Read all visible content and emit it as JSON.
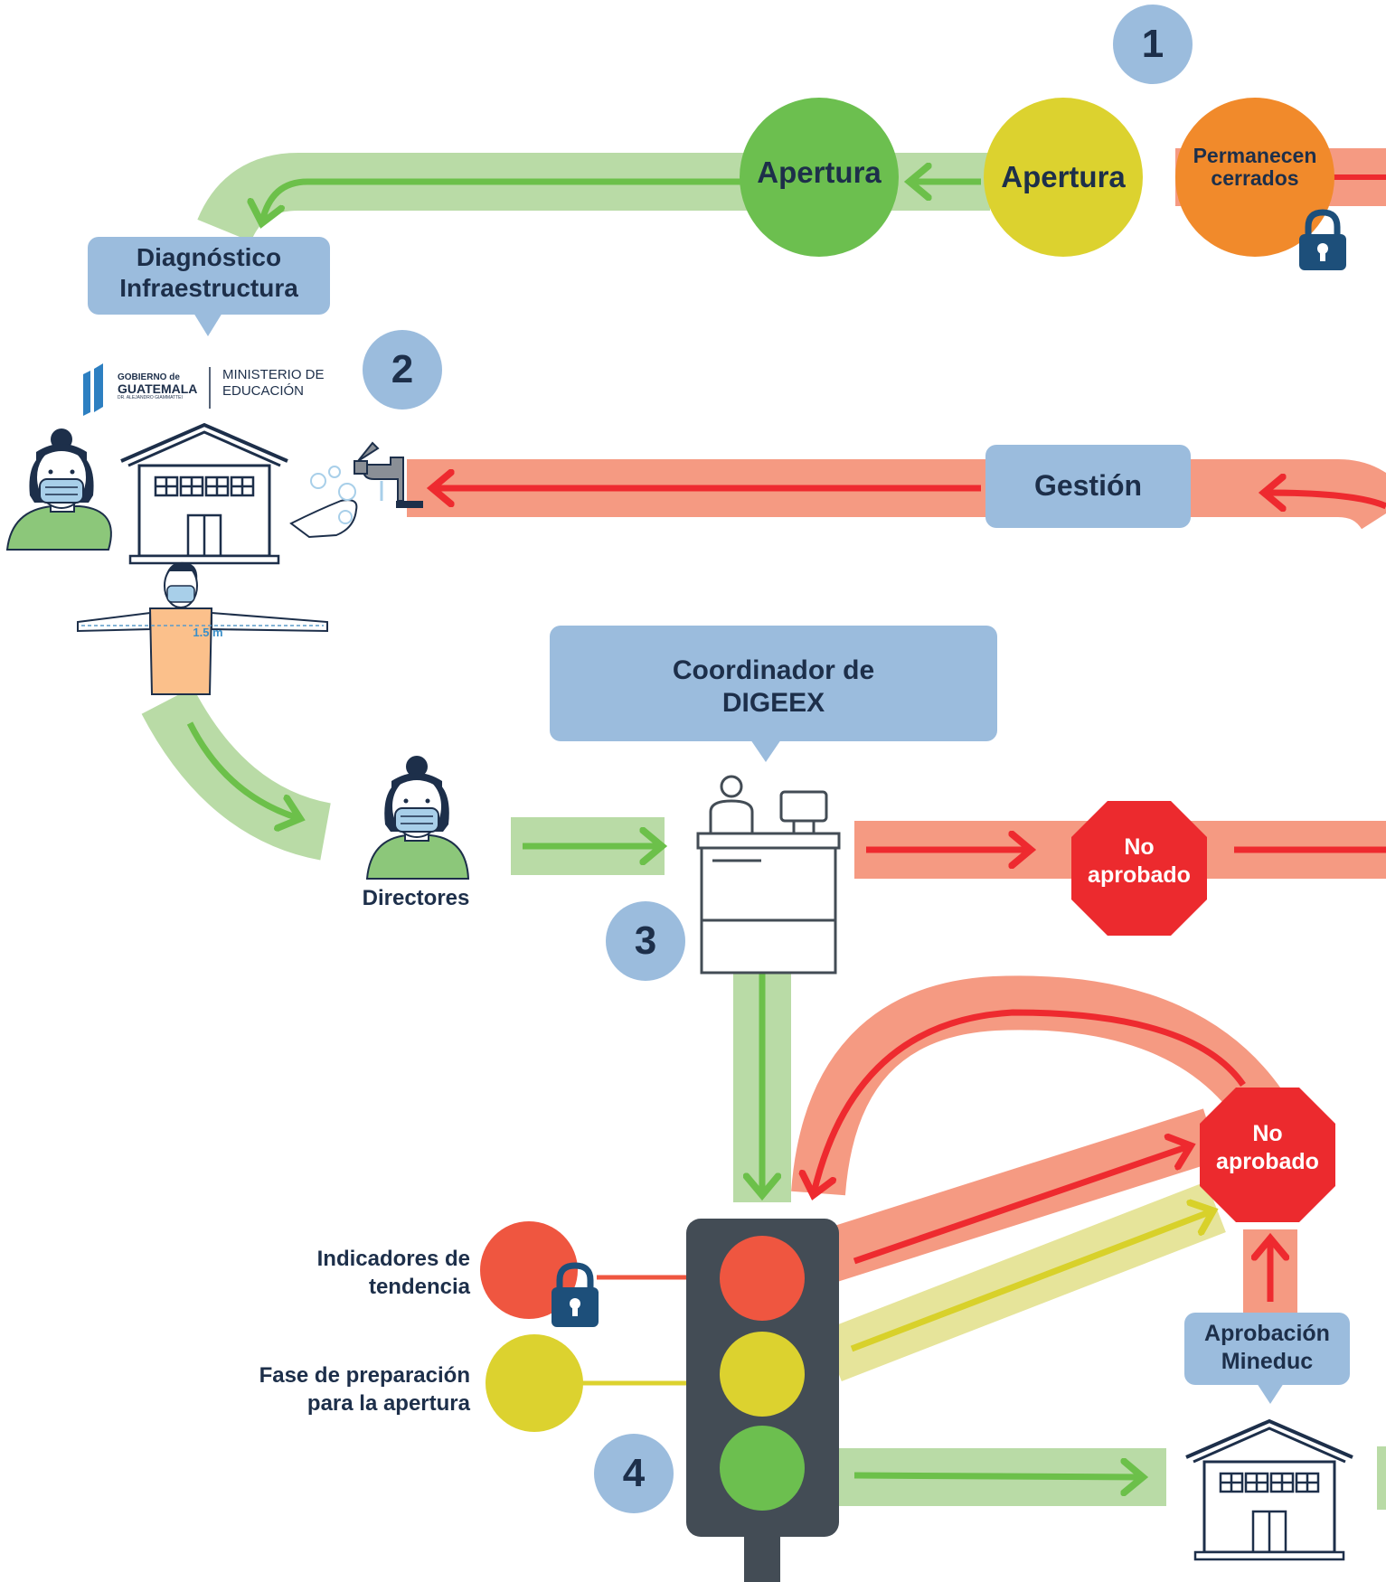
{
  "steps": {
    "n1": "1",
    "n2": "2",
    "n3": "3",
    "n4": "4"
  },
  "phase_circles": {
    "closed": "Permanecen cerrados",
    "opening_yellow": "Apertura",
    "opening_green": "Apertura"
  },
  "labels": {
    "diagnostico_line1": "Diagnóstico",
    "diagnostico_line2": "Infraestructura",
    "gestion": "Gestión",
    "coordinador_line1": "Coordinador de",
    "coordinador_line2": "DIGEEX",
    "directores": "Directores",
    "aprobacion_line1": "Aprobación",
    "aprobacion_line2": "Mineduc",
    "distance": "1.5 m"
  },
  "stop_signs": {
    "top_line1": "No",
    "top_line2": "aprobado",
    "bottom_line1": "No",
    "bottom_line2": "aprobado"
  },
  "traffic_light_legend": {
    "red_line1": "Indicadores de",
    "red_line2": "tendencia",
    "yellow_line1": "Fase de preparación",
    "yellow_line2": "para la apertura"
  },
  "logo": {
    "gov_line1": "GOBIERNO de",
    "gov_line2": "GUATEMALA",
    "gov_line3": "DR. ALEJANDRO GIAMMATTEI",
    "min_line1": "MINISTERIO DE",
    "min_line2": "EDUCACIÓN"
  },
  "colors": {
    "green_band": "#b9dba6",
    "green_arrow": "#6cc04a",
    "red_band": "#f59a82",
    "red_arrow": "#ee2a2f",
    "yellow_band": "#e6e49a",
    "yellow_arrow": "#d8d12a",
    "bubble": "#9bbcdd",
    "navy": "#1d2f4a",
    "orange": "#f18a2b",
    "yellow": "#dcd22f",
    "green": "#6cbf4f",
    "red_circle": "#ef5640",
    "stop": "#ec2a2e",
    "light_housing": "#434c55"
  }
}
